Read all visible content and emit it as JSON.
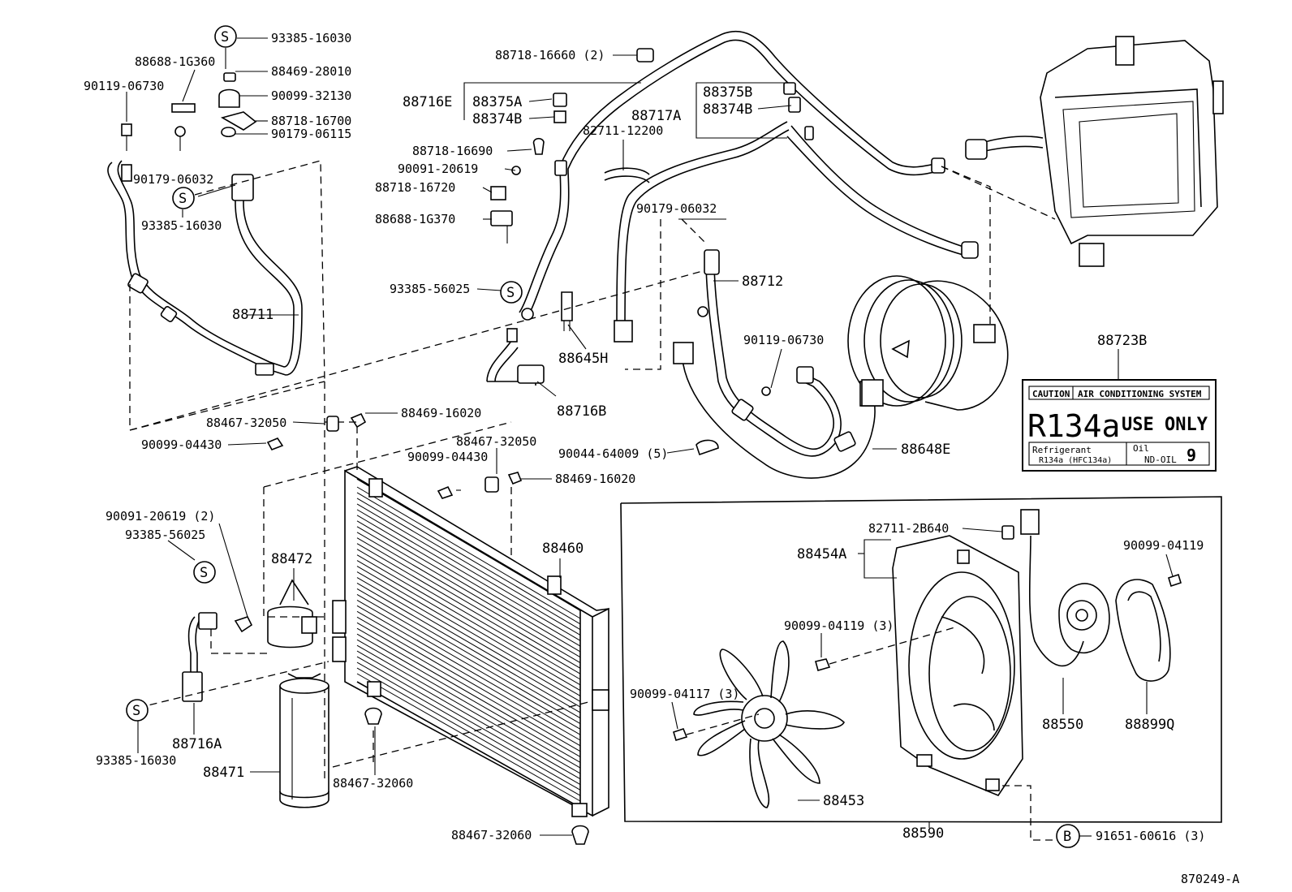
{
  "diagram_id": "870249-A",
  "labels": {
    "p_93385_16030_top": "93385-16030",
    "p_88688_1g360": "88688-1G360",
    "p_88469_28010": "88469-28010",
    "p_90119_06730_a": "90119-06730",
    "p_90099_32130": "90099-32130",
    "p_88718_16700": "88718-16700",
    "p_90179_06115": "90179-06115",
    "p_90179_06032_a": "90179-06032",
    "p_93385_16030_mid": "93385-16030",
    "p_88711": "88711",
    "p_88718_16660": "88718-16660 (2)",
    "p_88716e": "88716E",
    "p_88375a": "88375A",
    "p_88374b_a": "88374B",
    "p_82711_12200": "82711-12200",
    "p_88718_16690": "88718-16690",
    "p_90091_20619_a": "90091-20619",
    "p_88718_16720": "88718-16720",
    "p_88688_1g370": "88688-1G370",
    "p_93385_56025_a": "93385-56025",
    "p_88375b": "88375B",
    "p_88717a": "88717A",
    "p_88374b_b": "88374B",
    "p_90179_06032_b": "90179-06032",
    "p_88712": "88712",
    "p_90119_06730_b": "90119-06730",
    "p_88645h": "88645H",
    "p_88716b": "88716B",
    "p_88723b": "88723B",
    "p_88467_32050_a": "88467-32050",
    "p_88469_16020_a": "88469-16020",
    "p_90099_04430_a": "90099-04430",
    "p_88467_32050_b": "88467-32050",
    "p_90099_04430_b": "90099-04430",
    "p_88469_16020_b": "88469-16020",
    "p_90044_64009": "90044-64009 (5)",
    "p_88648e": "88648E",
    "p_90091_20619_b": "90091-20619 (2)",
    "p_93385_56025_b": "93385-56025",
    "p_88472": "88472",
    "p_88460": "88460",
    "p_82711_2b640": "82711-2B640",
    "p_88454a": "88454A",
    "p_90099_04119_a": "90099-04119",
    "p_90099_04119_b": "90099-04119 (3)",
    "p_90099_04117": "90099-04117 (3)",
    "p_88550": "88550",
    "p_88899q": "88899Q",
    "p_88716a": "88716A",
    "p_93385_16030_bot": "93385-16030",
    "p_88471": "88471",
    "p_88467_32060_a": "88467-32060",
    "p_88453": "88453",
    "p_88590": "88590",
    "p_88467_32060_b": "88467-32060",
    "p_91651_60616": "91651-60616 (3)"
  },
  "callout_letters": {
    "s": "S",
    "b": "B"
  },
  "caution_label": {
    "caution": "CAUTION",
    "system": "AIR CONDITIONING SYSTEM",
    "refrigerant_code": "R134a",
    "use_only": "USE ONLY",
    "refrigerant_title": "Refrigerant",
    "refrigerant_detail": "R134a (HFC134a)",
    "oil_title": "Oil",
    "oil_detail": "ND-OIL",
    "oil_number": "9"
  }
}
